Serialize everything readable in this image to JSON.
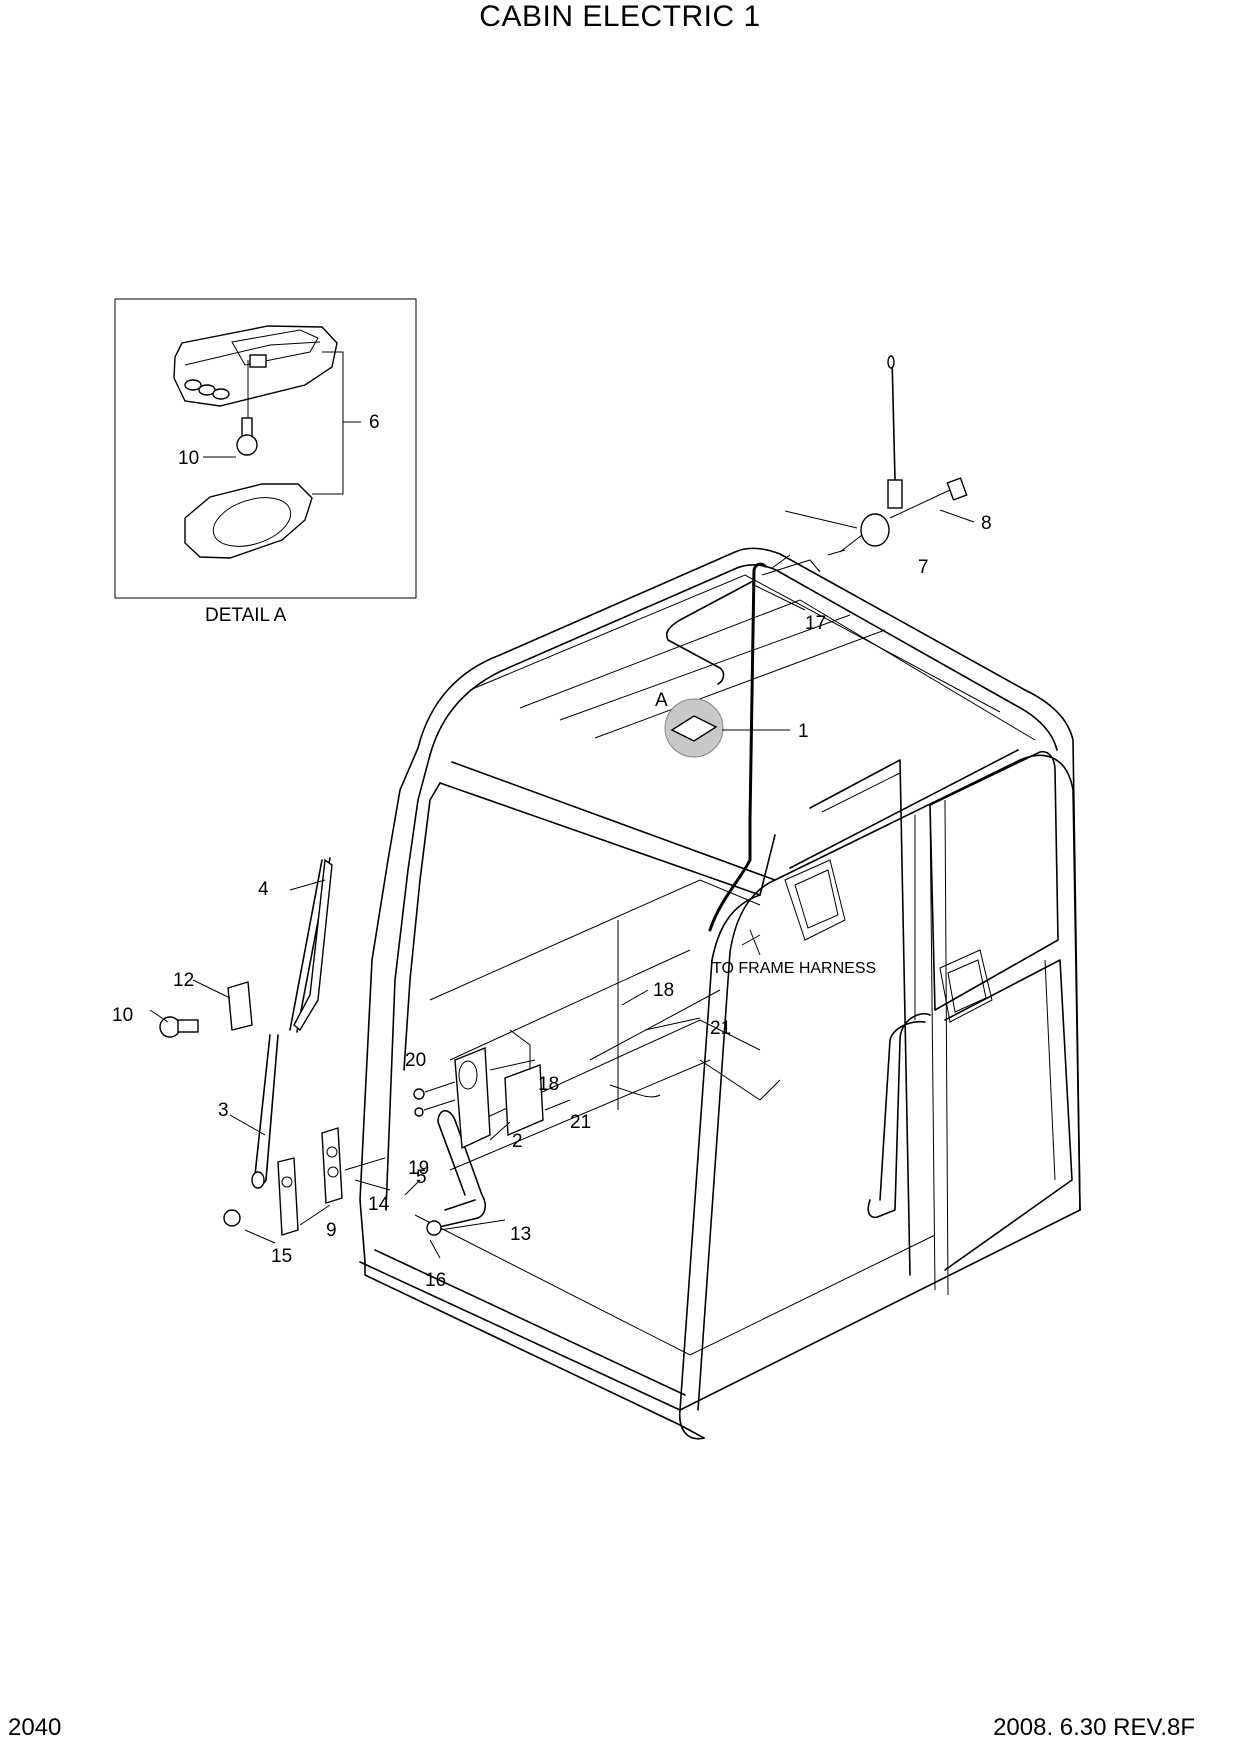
{
  "title": "CABIN ELECTRIC 1",
  "page_number": "2040",
  "revision": "2008. 6.30 REV.8F",
  "detail": {
    "caption": "DETAIL A",
    "labels": [
      "6",
      "10"
    ]
  },
  "callouts": {
    "c1": "1",
    "c2": "2",
    "c3": "3",
    "c4": "4",
    "c5": "5",
    "c6": "6",
    "c7": "7",
    "c8": "8",
    "c9": "9",
    "c10": "10",
    "c12": "12",
    "c13": "13",
    "c14": "14",
    "c15": "15",
    "c16": "16",
    "c17": "17",
    "c18a": "18",
    "c18b": "18",
    "c19": "19",
    "c20": "20",
    "c21a": "21",
    "c21b": "21",
    "detail_ref": "A"
  },
  "annotation": "TO FRAME HARNESS"
}
